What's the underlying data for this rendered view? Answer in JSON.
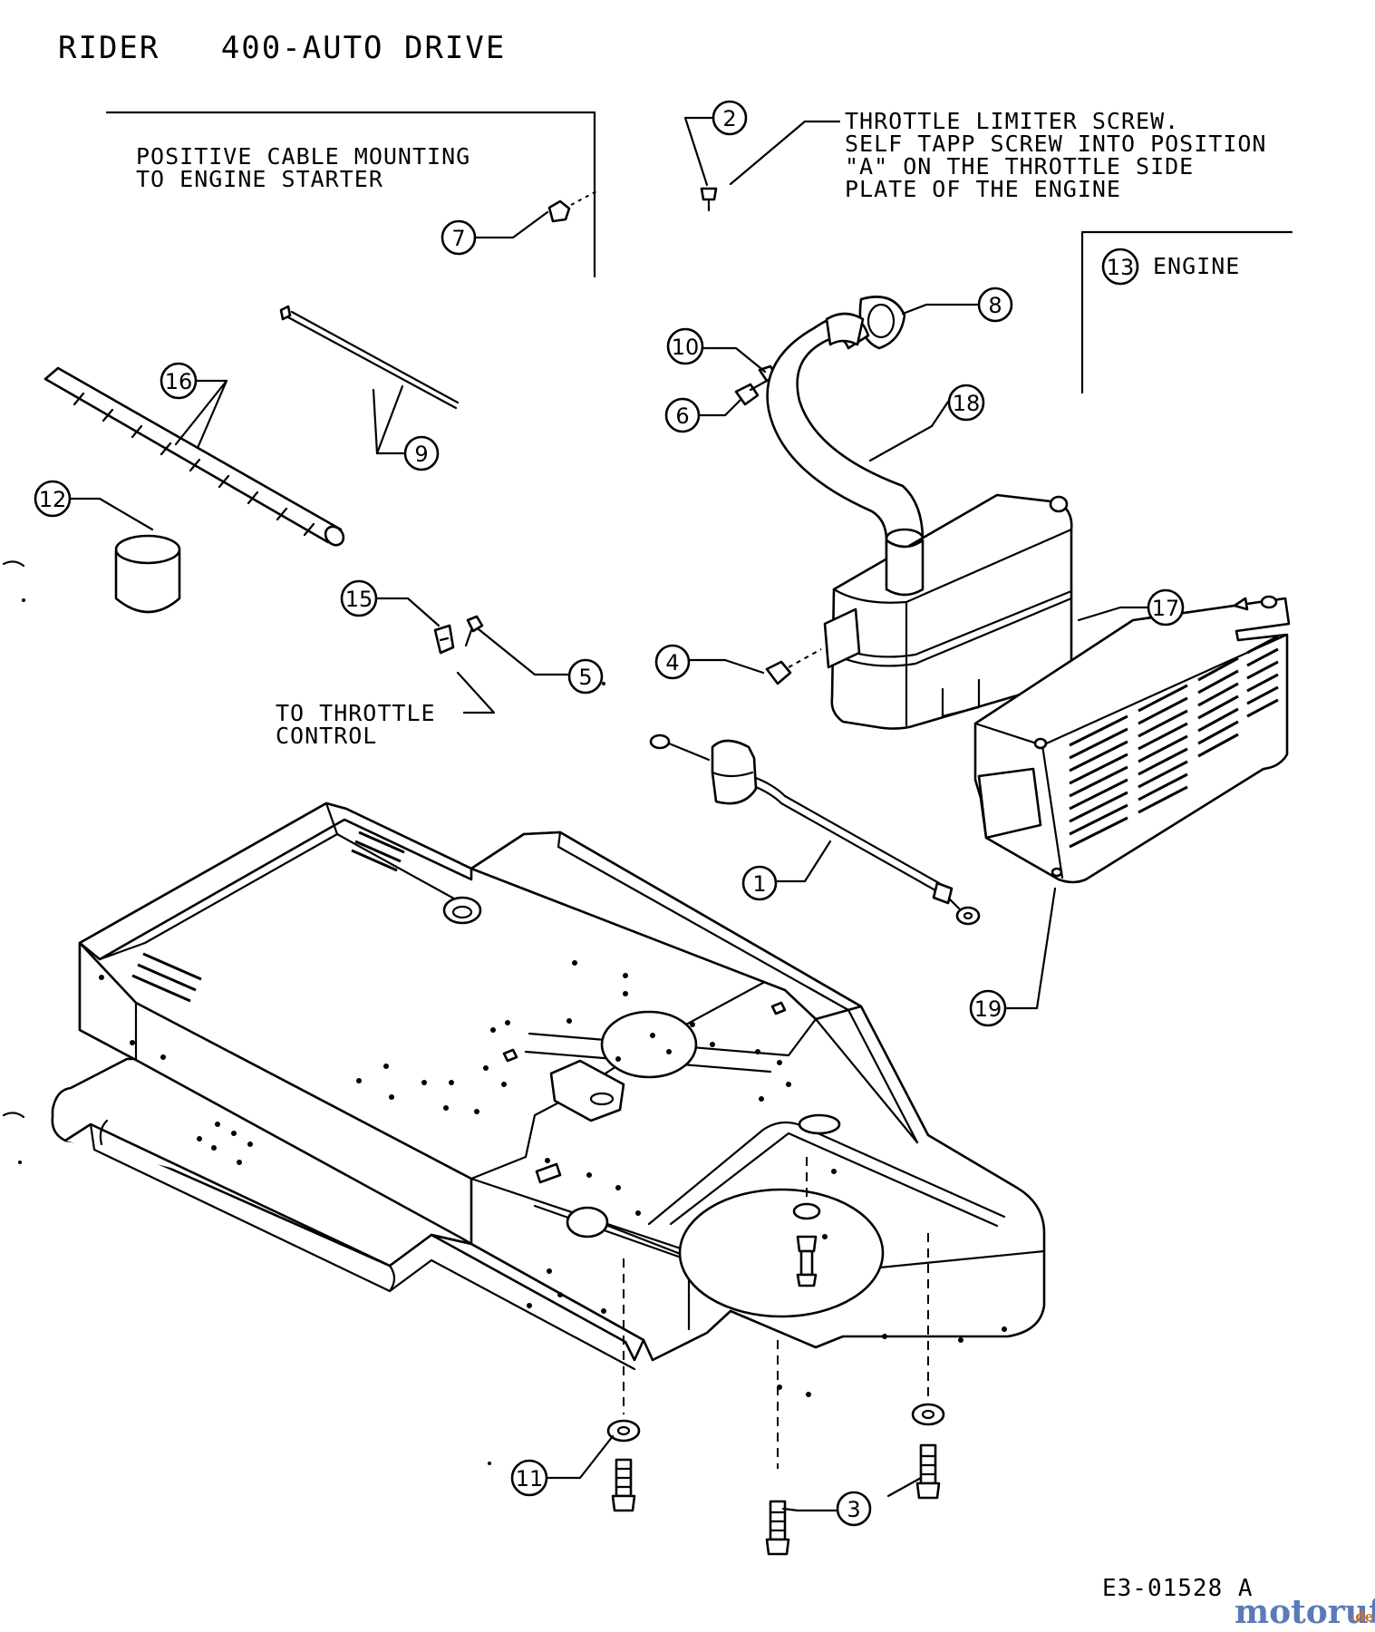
{
  "header": {
    "title": "RIDER   400-AUTO DRIVE"
  },
  "notes": {
    "positive_cable_line1": "POSITIVE CABLE MOUNTING",
    "positive_cable_line2": "TO ENGINE STARTER",
    "throttle_limiter_line1": "THROTTLE LIMITER SCREW.",
    "throttle_limiter_line2": "SELF TAPP SCREW INTO POSITION",
    "throttle_limiter_line3": "\"A\" ON THE THROTTLE SIDE",
    "throttle_limiter_line4": "PLATE OF THE ENGINE",
    "engine_label": "ENGINE",
    "to_throttle_line1": "TO THROTTLE",
    "to_throttle_line2": "CONTROL"
  },
  "callouts": {
    "c1": "1",
    "c2": "2",
    "c3": "3",
    "c4": "4",
    "c5": "5",
    "c6": "6",
    "c7": "7",
    "c8": "8",
    "c9": "9",
    "c10": "10",
    "c11": "11",
    "c12": "12",
    "c13": "13",
    "c15": "15",
    "c16": "16",
    "c17": "17",
    "c18": "18",
    "c19": "19"
  },
  "footer": {
    "drawing_number": "E3-01528 A"
  },
  "watermark": {
    "brand": "motoruf",
    "tld": ".de",
    "brand_color": "#5a7ab8",
    "tld_color": "#d07020"
  }
}
